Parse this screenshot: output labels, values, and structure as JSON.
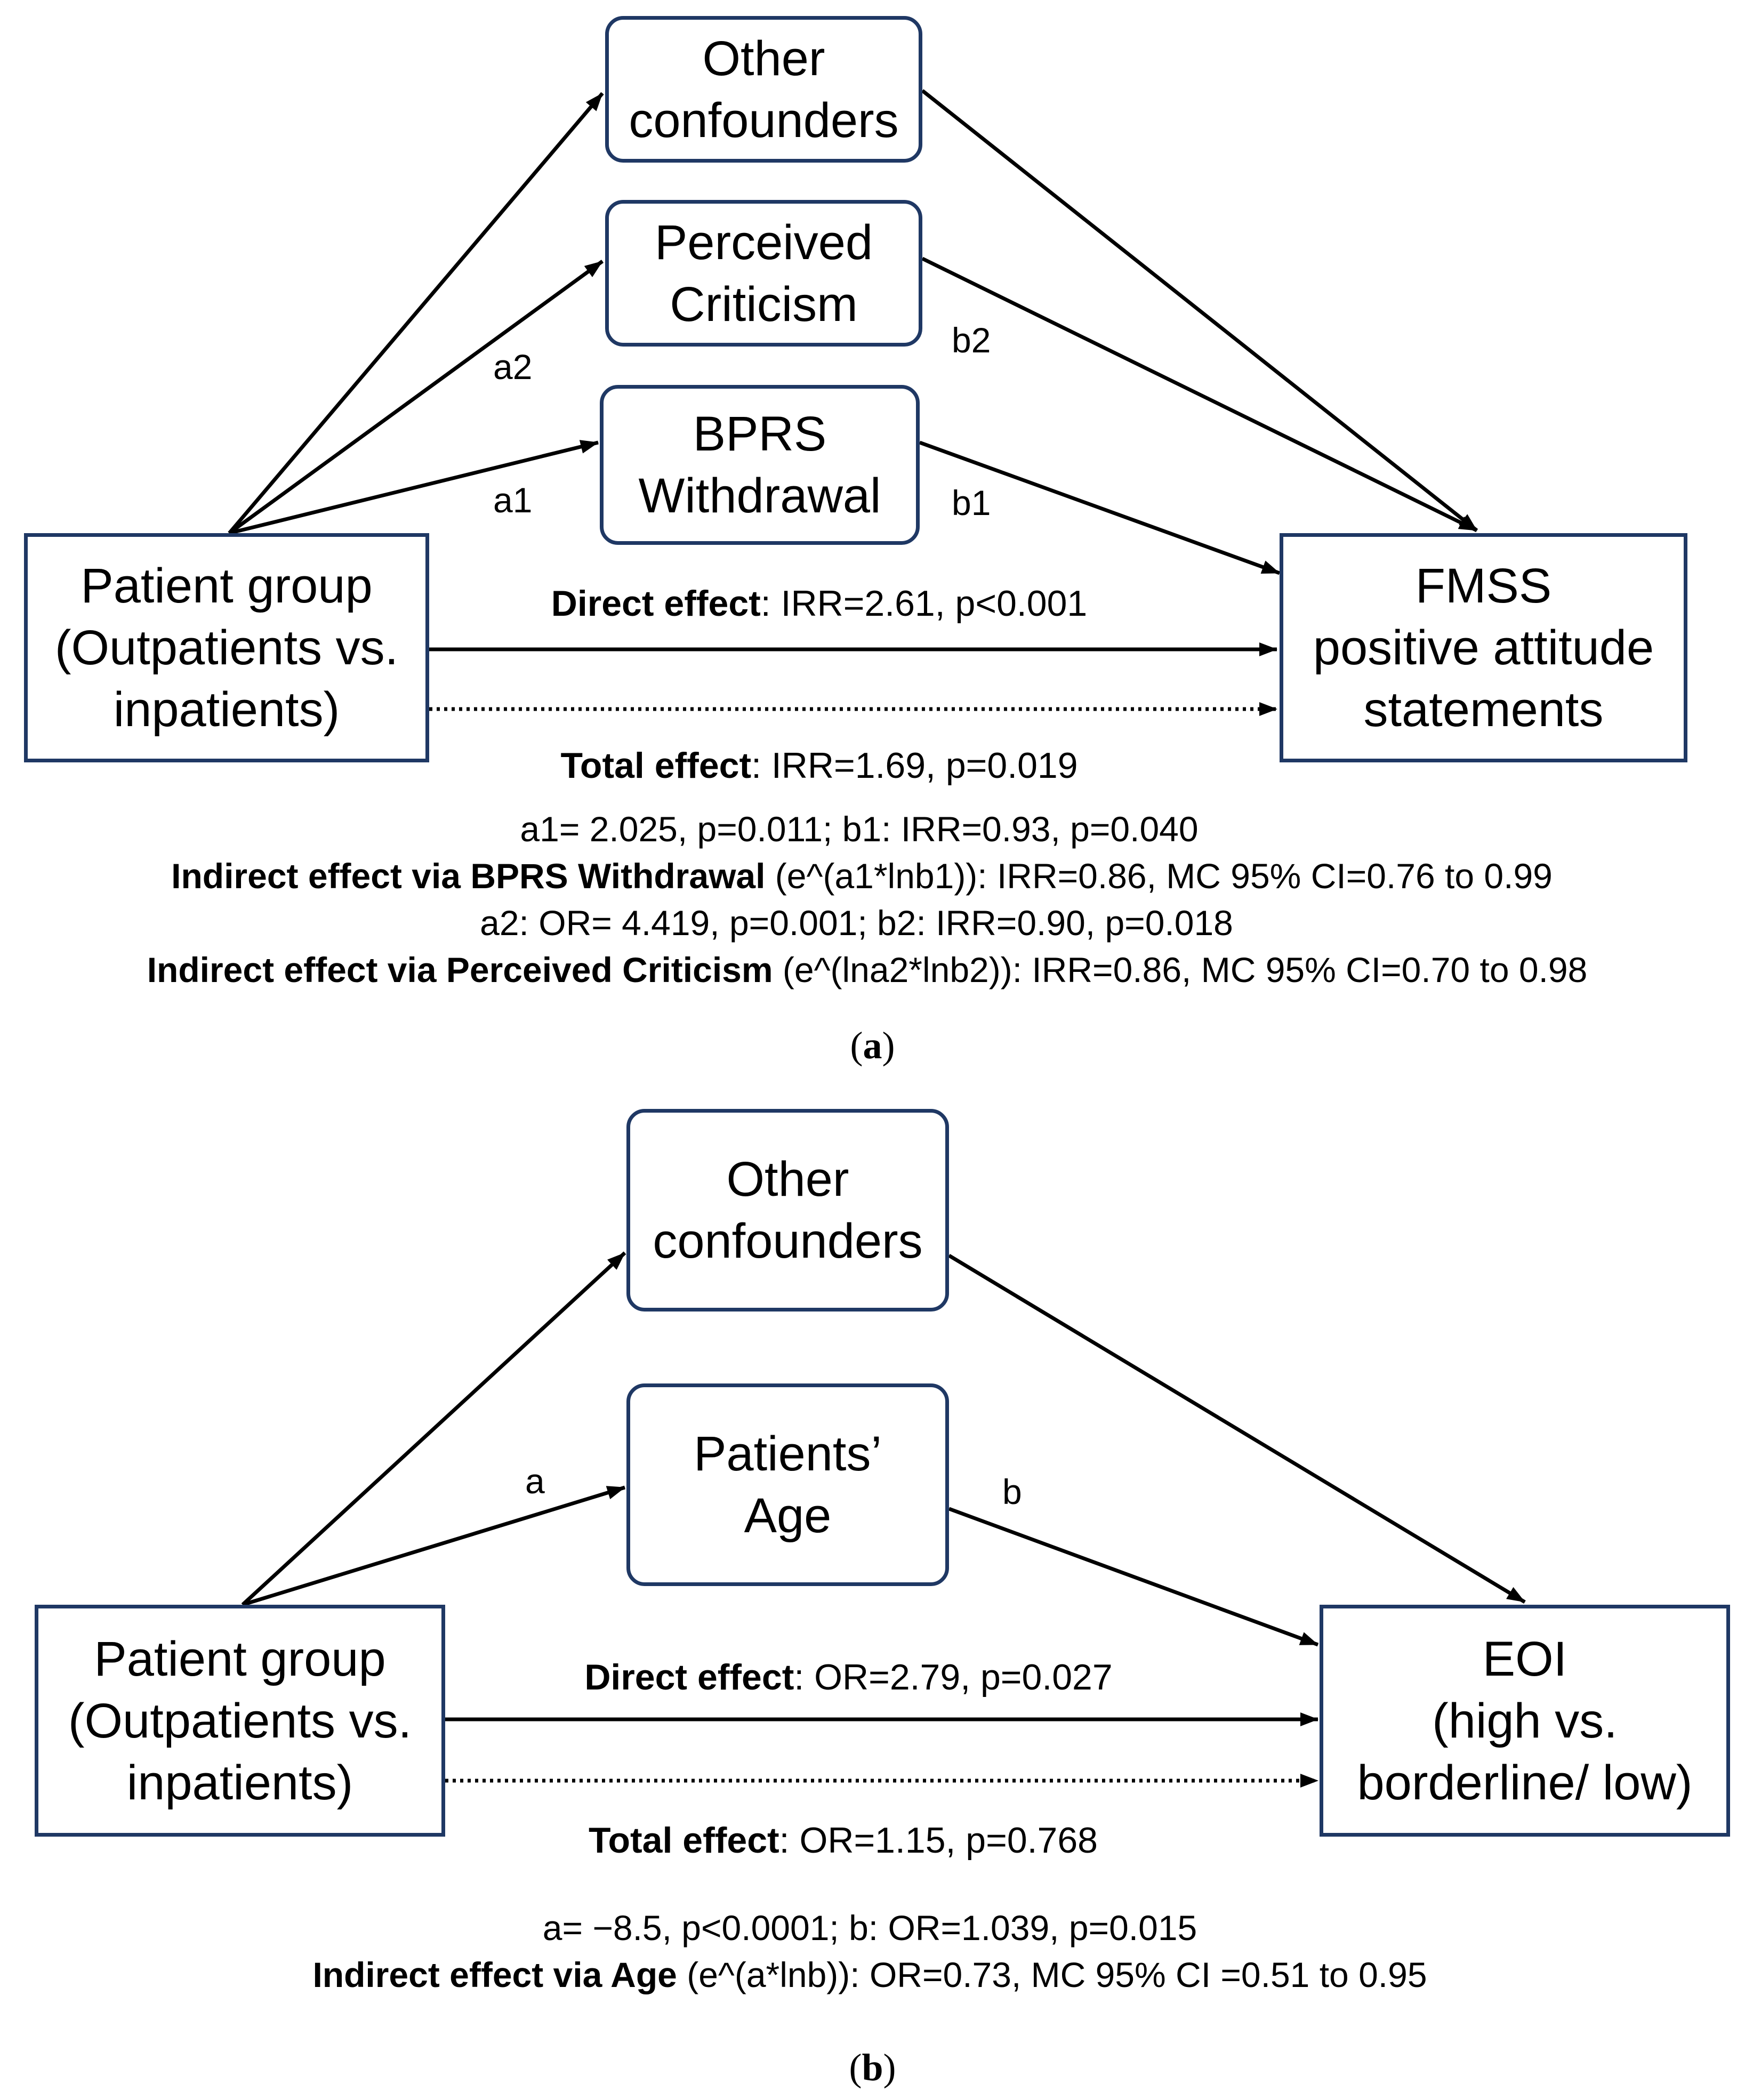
{
  "panel_a": {
    "caption_label": "a",
    "nodes": {
      "other": [
        "Other",
        "confounders"
      ],
      "criticism": [
        "Perceived",
        "Criticism"
      ],
      "bprs": [
        "BPRS",
        "Withdrawal"
      ],
      "group": [
        "Patient group",
        "(Outpatients vs.",
        "inpatients)"
      ],
      "outcome": [
        "FMSS",
        "positive attitude",
        "statements"
      ]
    },
    "path_labels": {
      "a1": "a1",
      "a2": "a2",
      "b1": "b1",
      "b2": "b2"
    },
    "direct": {
      "bold": "Direct effect",
      "rest": ": IRR=2.61, p<0.001"
    },
    "total": {
      "bold": "Total effect",
      "rest": ": IRR=1.69, p=0.019"
    },
    "stats": {
      "line1": "a1= 2.025, p=0.011; b1: IRR=0.93, p=0.040",
      "line2_bold": "Indirect effect via BPRS Withdrawal",
      "line2_rest": " (e^(a1*lnb1)): IRR=0.86, MC 95% CI=0.76 to 0.99",
      "line3": "a2: OR= 4.419, p=0.001; b2: IRR=0.90, p=0.018",
      "line4_bold": "Indirect effect via Perceived Criticism",
      "line4_rest": " (e^(lna2*lnb2)): IRR=0.86, MC 95% CI=0.70 to 0.98"
    }
  },
  "panel_b": {
    "caption_label": "b",
    "nodes": {
      "other": [
        "Other",
        "confounders"
      ],
      "age": [
        "Patients’",
        "Age"
      ],
      "group": [
        "Patient group",
        "(Outpatients vs.",
        "inpatients)"
      ],
      "outcome": [
        "EOI",
        "(high vs.",
        "borderline/ low)"
      ]
    },
    "path_labels": {
      "a": "a",
      "b": "b"
    },
    "direct": {
      "bold": "Direct effect",
      "rest": ": OR=2.79, p=0.027"
    },
    "total": {
      "bold": "Total effect",
      "rest": ": OR=1.15, p=0.768"
    },
    "stats": {
      "line1": "a= −8.5, p<0.0001; b: OR=1.039, p=0.015",
      "line2_bold": "Indirect effect via Age",
      "line2_rest": " (e^(a*lnb)): OR=0.73, MC 95% CI =0.51 to 0.95"
    }
  }
}
